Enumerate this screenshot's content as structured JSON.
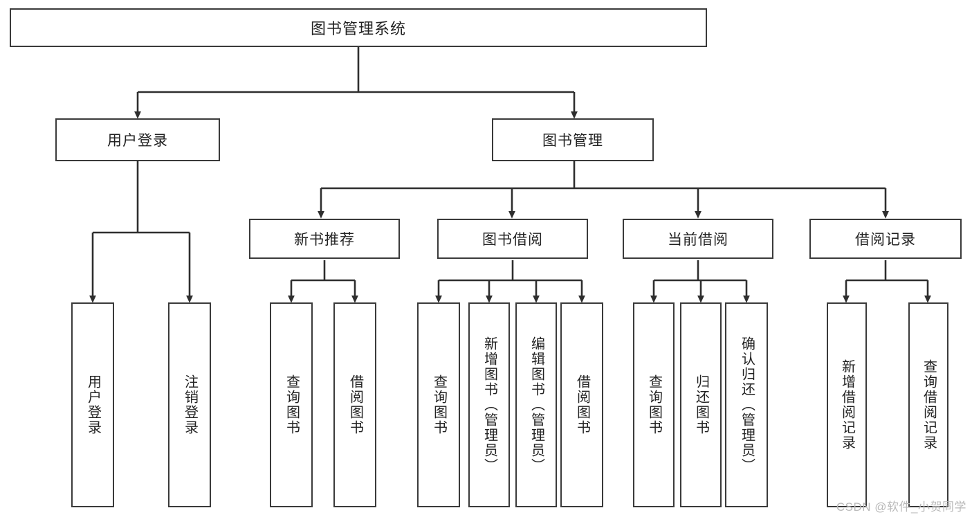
{
  "diagram": {
    "title": "图书管理系统",
    "type": "tree-hierarchy-chart",
    "watermark": "CSDN @软件_小贺同学",
    "levels": {
      "root": {
        "label": "图书管理系统"
      },
      "level2": [
        {
          "label": "用户登录"
        },
        {
          "label": "图书管理"
        }
      ],
      "level3": [
        {
          "label": "新书推荐"
        },
        {
          "label": "图书借阅"
        },
        {
          "label": "当前借阅"
        },
        {
          "label": "借阅记录"
        }
      ],
      "leaves": {
        "user_login": [
          {
            "label": "用户登录"
          },
          {
            "label": "注销登录"
          }
        ],
        "new_book_recommend": [
          {
            "label": "查询图书"
          },
          {
            "label": "借阅图书"
          }
        ],
        "book_borrow": [
          {
            "label": "查询图书"
          },
          {
            "label": "新增图书（管理员）"
          },
          {
            "label": "编辑图书（管理员）"
          },
          {
            "label": "借阅图书"
          }
        ],
        "current_borrow": [
          {
            "label": "查询图书"
          },
          {
            "label": "归还图书"
          },
          {
            "label": "确认归还（管理员）"
          }
        ],
        "borrow_record": [
          {
            "label": "新增借阅记录"
          },
          {
            "label": "查询借阅记录"
          }
        ]
      }
    },
    "colors": {
      "box_border": "#3a3a3a",
      "box_fill": "#ffffff",
      "connector": "#2e2e2e",
      "text": "#222222",
      "watermark": "#b9b9b9"
    }
  }
}
